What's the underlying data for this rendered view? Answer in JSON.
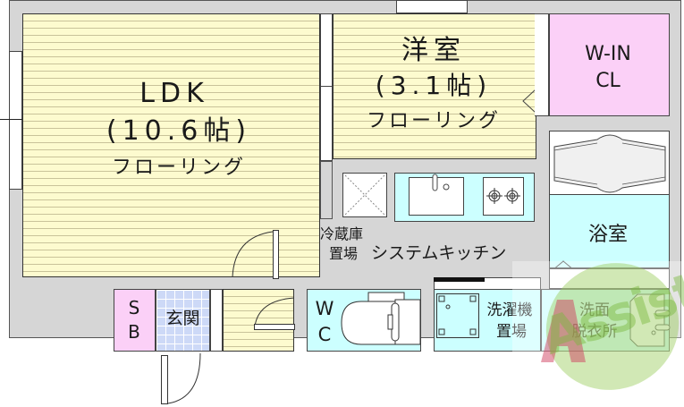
{
  "floor_plan": {
    "rooms": {
      "ldk": {
        "name": "LDK",
        "size": "(10.6帖)",
        "flooring": "フローリング"
      },
      "western_room": {
        "name": "洋室",
        "size": "(3.1帖)",
        "flooring": "フローリング"
      },
      "walk_in_closet": {
        "line1": "W-IN",
        "line2": "CL"
      },
      "bathroom": {
        "name": "浴室"
      },
      "kitchen": {
        "fridge_label_line1": "冷蔵庫",
        "fridge_label_line2": "置場",
        "kitchen_label": "システムキッチン"
      },
      "shoe_box": {
        "line1": "S",
        "line2": "B"
      },
      "entrance": {
        "name": "玄関"
      },
      "toilet": {
        "line1": "W",
        "line2": "C"
      },
      "washer": {
        "line1": "洗濯機",
        "line2": "置場"
      },
      "washroom": {
        "line1": "洗面",
        "line2": "脱衣所"
      }
    },
    "watermark": {
      "text": "Assist"
    },
    "colors": {
      "wall": "#d6d6d6",
      "flooring": "#fdfbcf",
      "closet": "#fbd0f7",
      "wet_area": "#ccffff",
      "entrance_tile": "#cdd9f7",
      "watermark_green": "#9acd5a",
      "watermark_red": "#d04060"
    }
  }
}
